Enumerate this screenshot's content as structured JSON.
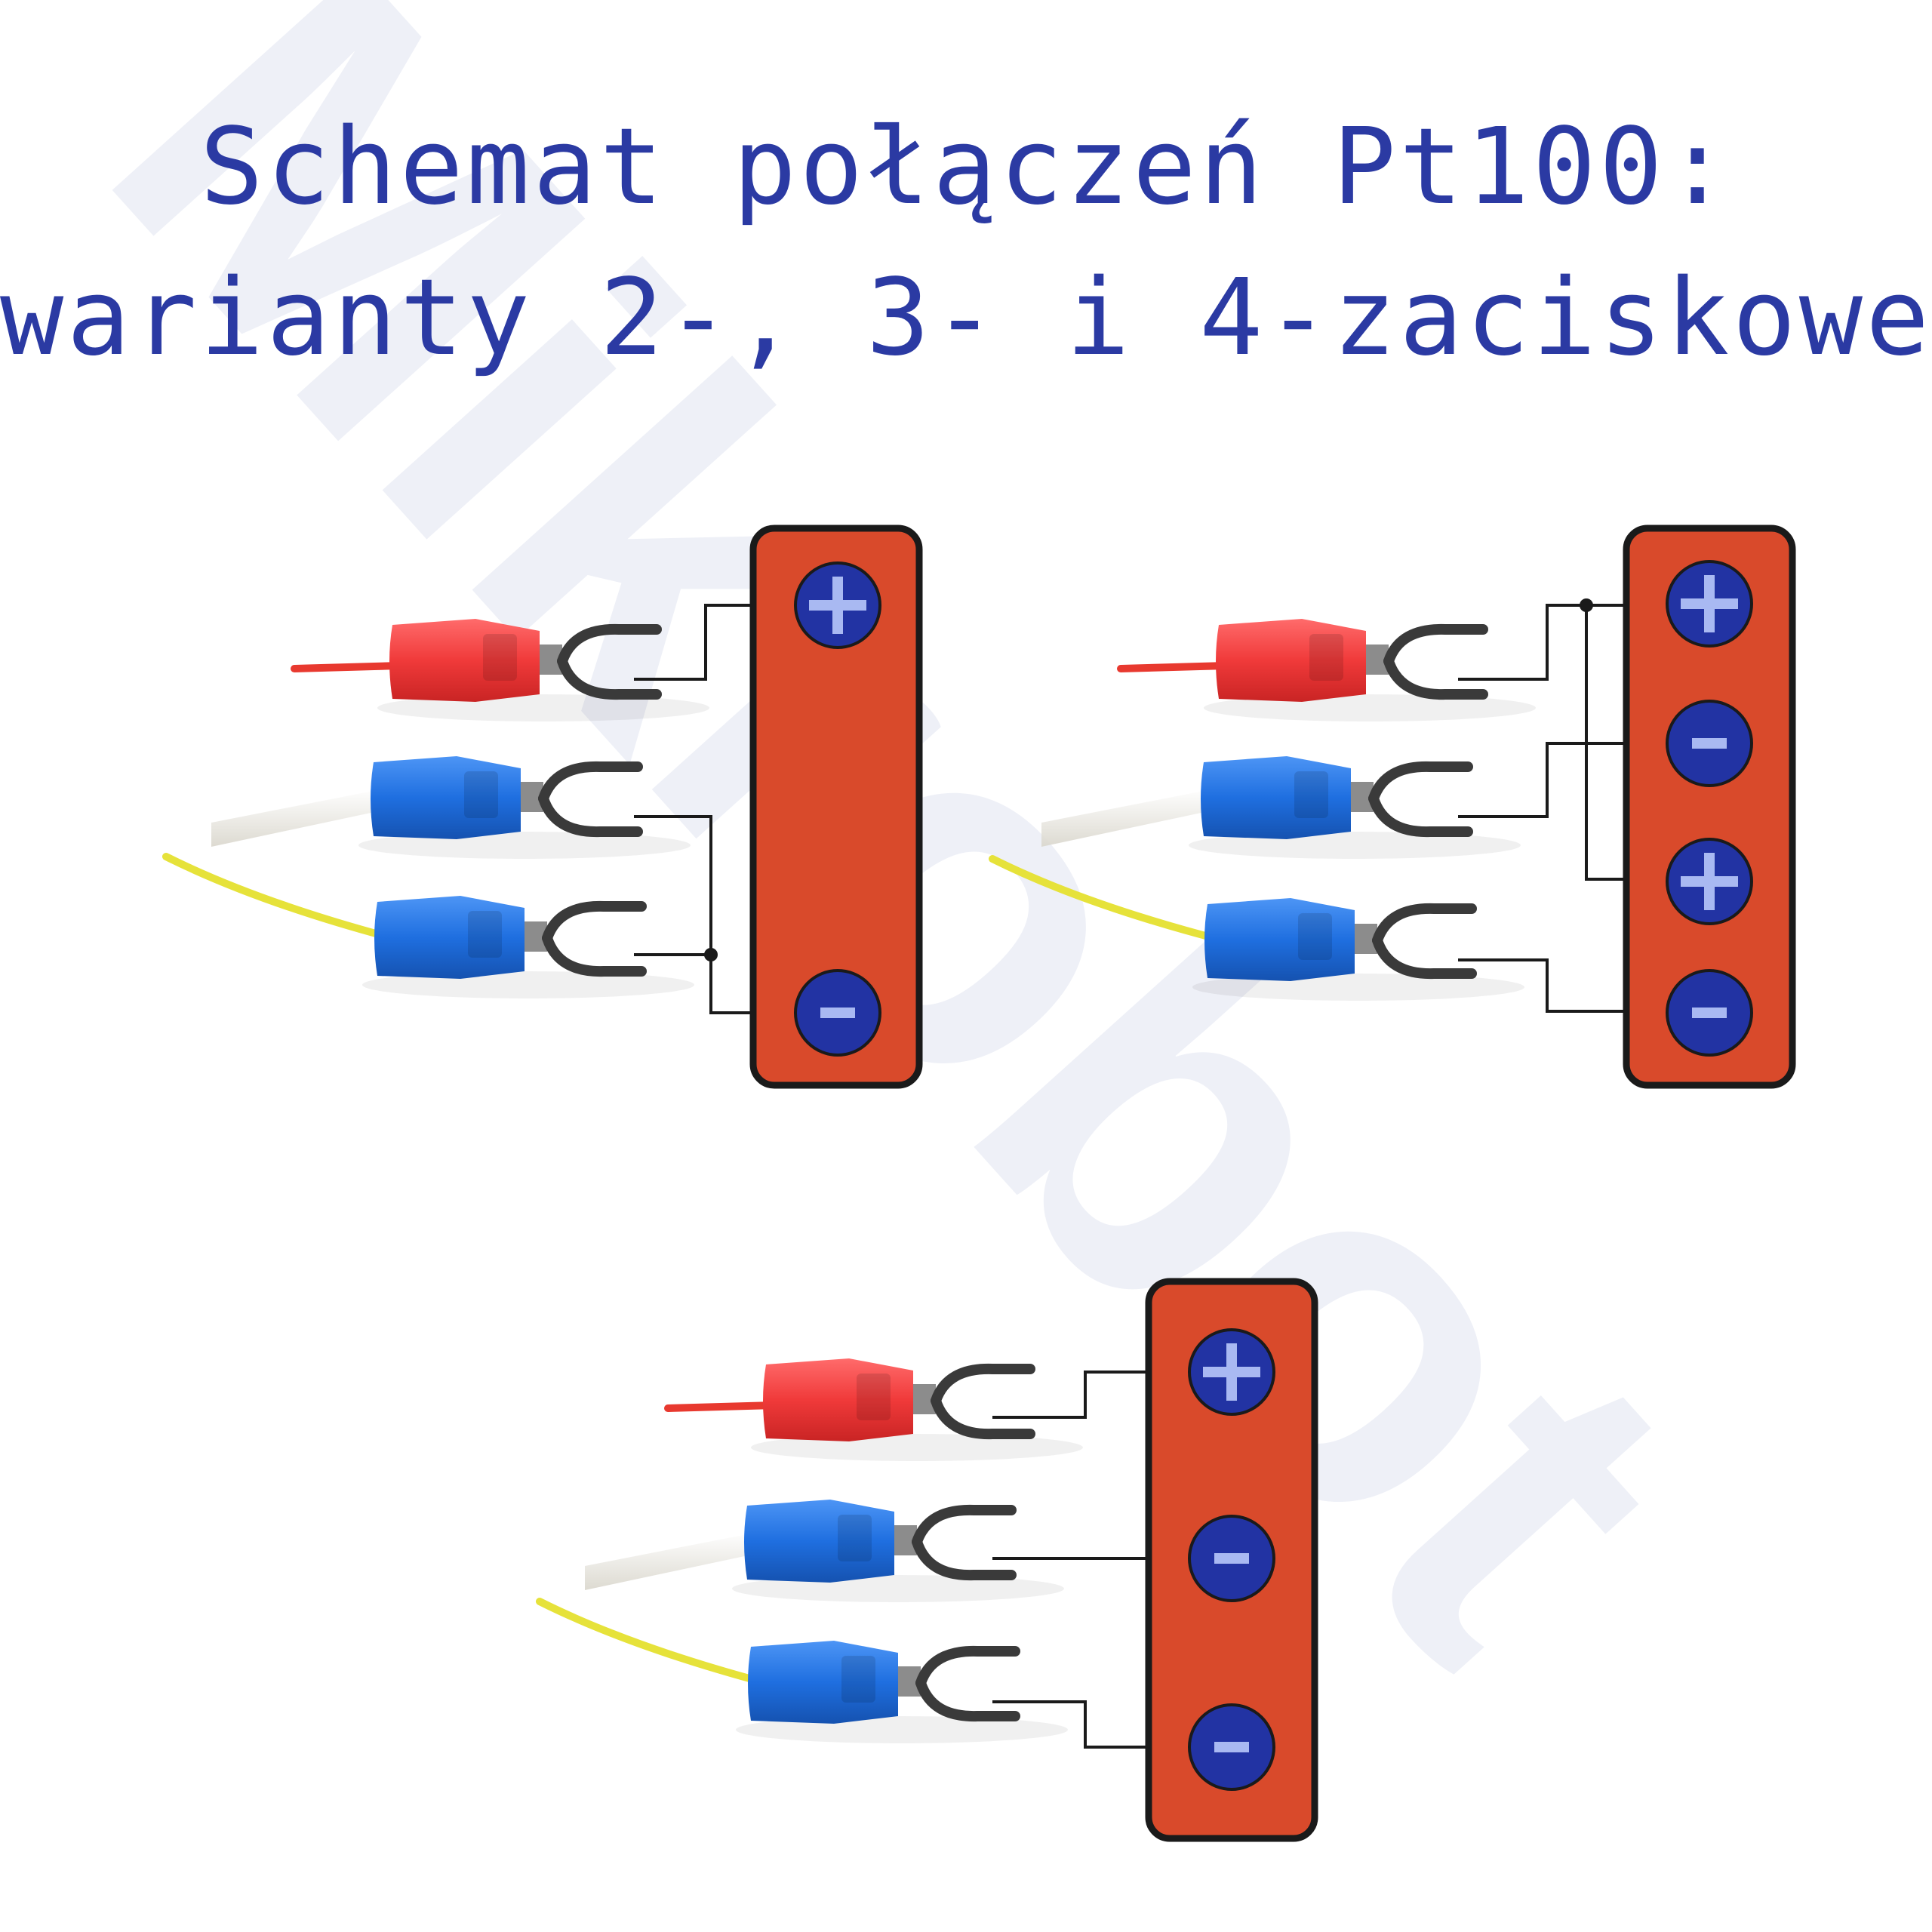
{
  "title": {
    "line1": "Schemat połączeń Pt100:",
    "line2": "warianty 2-, 3- i 4-zaciskowe"
  },
  "watermark": {
    "text": "Mikrobot",
    "color": "#eef0f7"
  },
  "colors": {
    "title": "#2b3aa3",
    "terminal_block": "#d94a2b",
    "terminal_border": "#1a1a1a",
    "screw_fill": "#2233a3",
    "screw_symbol": "#a9b9f2",
    "wire_red": "#e8392f",
    "wire_white": "#e8e6df",
    "wire_yellow": "#e6e23a",
    "lug_red": "#f03a3a",
    "lug_blue": "#1f6fe0",
    "fork_metal": "#3a3a3a",
    "connection_line": "#1a1a1a"
  },
  "diagrams": [
    {
      "id": "three-wire-on-two-terminals",
      "terminals": [
        "+",
        "−"
      ],
      "wires": [
        "red",
        "white",
        "yellow"
      ]
    },
    {
      "id": "four-wire-terminal-block",
      "terminals": [
        "+",
        "−",
        "+",
        "−"
      ],
      "wires": [
        "red",
        "white",
        "yellow"
      ]
    },
    {
      "id": "three-wire-terminal-block",
      "terminals": [
        "+",
        "−",
        "−"
      ],
      "wires": [
        "red",
        "white",
        "yellow"
      ]
    }
  ]
}
